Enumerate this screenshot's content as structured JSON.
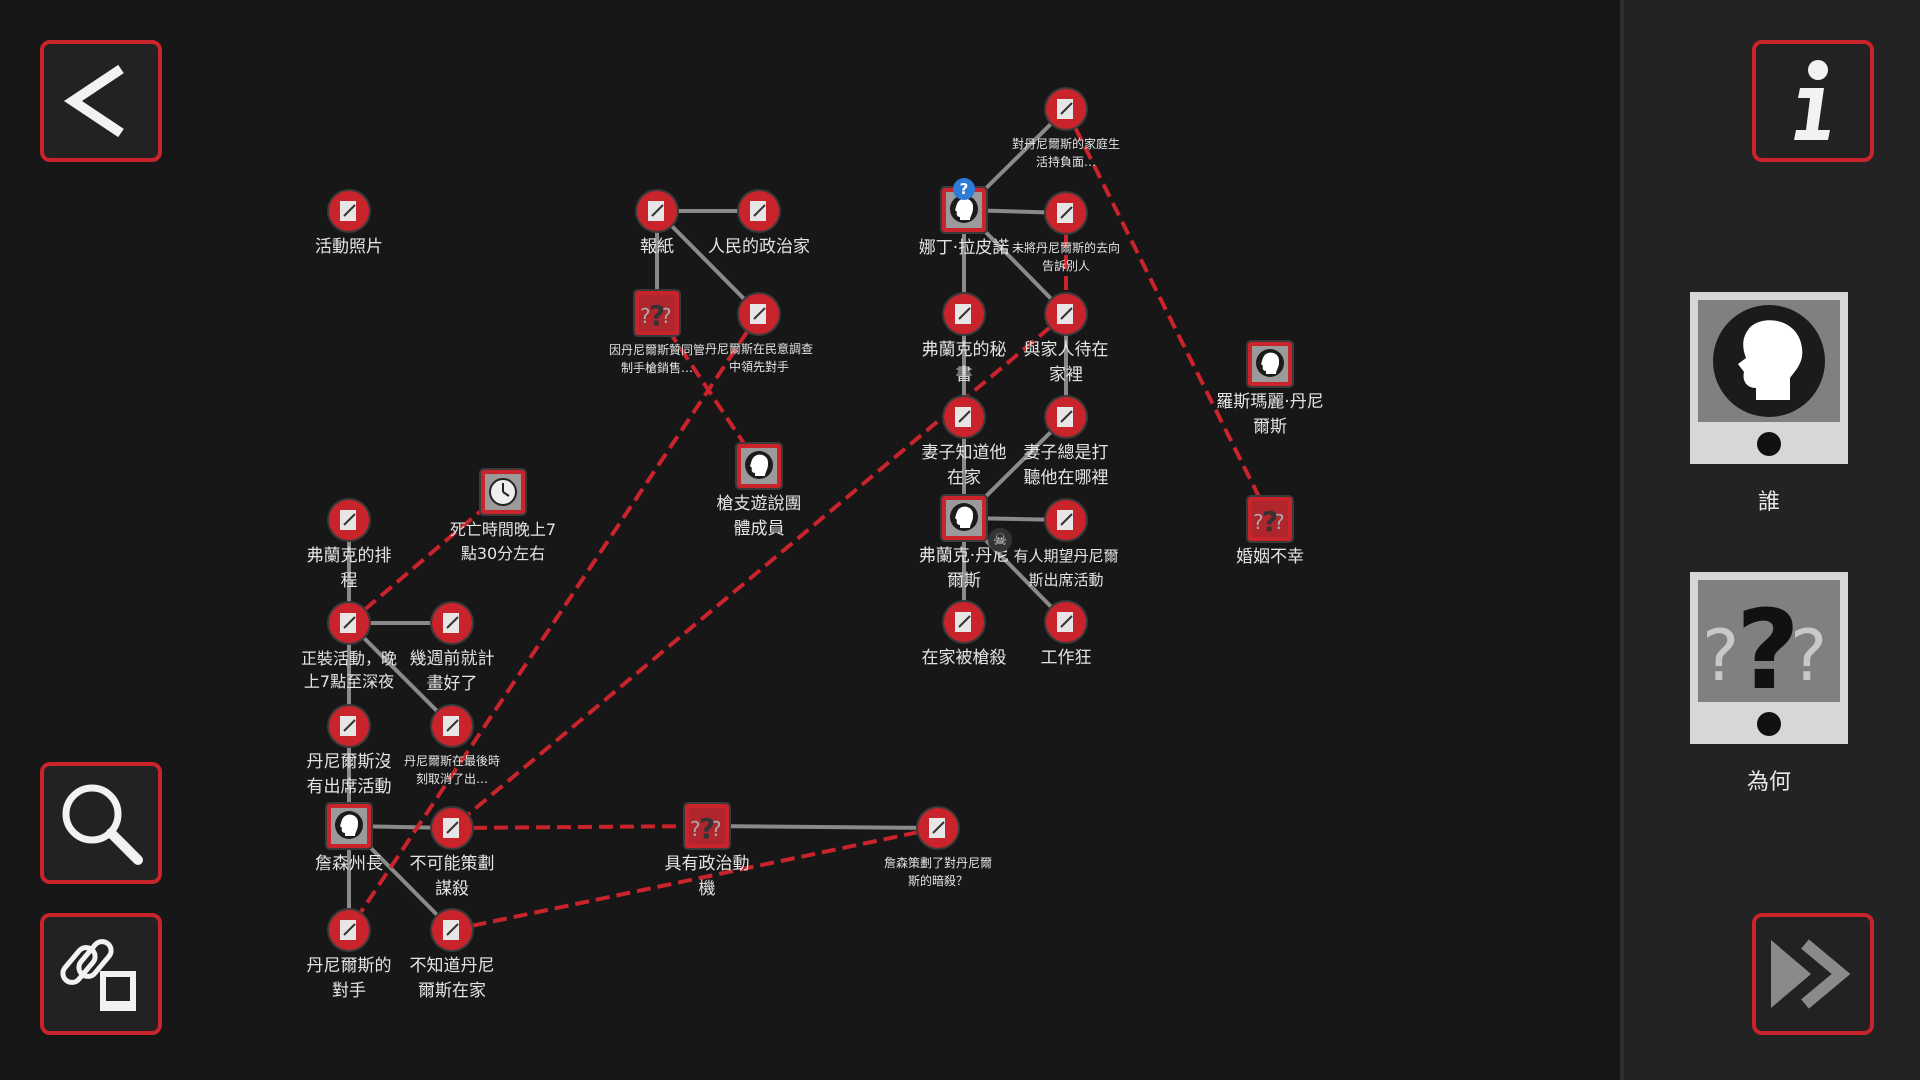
{
  "colors": {
    "accent": "#c9232b",
    "link_red": "#c9232b",
    "link_gray": "#8a8a8a",
    "background": "#171717",
    "sidebar": "#232323"
  },
  "buttons": {
    "back": "chevron-left-icon",
    "search": "magnifier-icon",
    "link": "link-icon",
    "info": "info-icon",
    "next": "fast-forward-icon"
  },
  "nodes": {
    "huodong_zhaopian": {
      "label": "活動照片",
      "type": "doc"
    },
    "baozhi": {
      "label": "報紙",
      "type": "doc"
    },
    "renmin_zhengzhijia": {
      "label": "人民的政治家",
      "type": "doc"
    },
    "qiang_xiezhi": {
      "label": "因丹尼爾斯贊同管制手槍銷售…",
      "type": "unknown"
    },
    "minyi_diaocha": {
      "label": "丹尼爾斯在民意調查中領先對手",
      "type": "doc"
    },
    "qiangzhi_tuanti": {
      "label": "槍支遊說團體成員",
      "type": "person"
    },
    "jiating_fumian": {
      "label": "對丹尼爾斯的家庭生活持負面…",
      "type": "doc"
    },
    "nading_lapinuo": {
      "label": "娜丁·拉皮諾",
      "type": "person",
      "badge": "?"
    },
    "weijiang_quxiang": {
      "label": "未將丹尼爾斯的去向告訴別人",
      "type": "doc"
    },
    "mishu": {
      "label": "弗蘭克的秘書",
      "type": "doc"
    },
    "yu_jiaren": {
      "label": "與家人待在家裡",
      "type": "doc"
    },
    "qizi_zhidao": {
      "label": "妻子知道他在家",
      "type": "doc"
    },
    "qizi_dating": {
      "label": "妻子總是打聽他在哪裡",
      "type": "doc"
    },
    "frank_daniels": {
      "label": "弗蘭克·丹尼爾斯",
      "type": "person",
      "badge": "skull"
    },
    "qidai_chuxi": {
      "label": "有人期望丹尼爾斯出席活動",
      "type": "doc"
    },
    "zaijia_qiangsha": {
      "label": "在家被槍殺",
      "type": "doc"
    },
    "gongzuokuang": {
      "label": "工作狂",
      "type": "doc"
    },
    "rosemary": {
      "label": "羅斯瑪麗·丹尼爾斯",
      "type": "person"
    },
    "hunyin_buxing": {
      "label": "婚姻不幸",
      "type": "unknown"
    },
    "siwang_shijian": {
      "label": "死亡時間晚上7點30分左右",
      "type": "clock"
    },
    "paicheng": {
      "label": "弗蘭克的排程",
      "type": "doc"
    },
    "zhengzhuang": {
      "label": "正裝活動，晚上7點至深夜",
      "type": "doc"
    },
    "jizhouqian": {
      "label": "幾週前就計畫好了",
      "type": "doc"
    },
    "meiyou_chuxi": {
      "label": "丹尼爾斯沒有出席活動",
      "type": "doc"
    },
    "zuihou_quxiao": {
      "label": "丹尼爾斯在最後時刻取消了出…",
      "type": "doc"
    },
    "zhansen": {
      "label": "詹森州長",
      "type": "person"
    },
    "bukeneng": {
      "label": "不可能策劃謀殺",
      "type": "doc"
    },
    "zhengzhi_dongji": {
      "label": "具有政治動機",
      "type": "unknown"
    },
    "zhansen_cehua": {
      "label": "詹森策劃了對丹尼爾斯的暗殺？",
      "type": "doc"
    },
    "duishou": {
      "label": "丹尼爾斯的對手",
      "type": "doc"
    },
    "buzhidao": {
      "label": "不知道丹尼爾斯在家",
      "type": "doc"
    }
  },
  "links_gray": [
    [
      "baozhi",
      "renmin_zhengzhijia"
    ],
    [
      "baozhi",
      "qiang_xiezhi"
    ],
    [
      "baozhi",
      "minyi_diaocha"
    ],
    [
      "nading_lapinuo",
      "jiating_fumian"
    ],
    [
      "nading_lapinuo",
      "weijiang_quxiang"
    ],
    [
      "nading_lapinuo",
      "mishu"
    ],
    [
      "nading_lapinuo",
      "yu_jiaren"
    ],
    [
      "mishu",
      "qizi_zhidao"
    ],
    [
      "qizi_zhidao",
      "frank_daniels"
    ],
    [
      "frank_daniels",
      "qizi_dating"
    ],
    [
      "yu_jiaren",
      "qizi_dating"
    ],
    [
      "frank_daniels",
      "qidai_chuxi"
    ],
    [
      "frank_daniels",
      "zaijia_qiangsha"
    ],
    [
      "frank_daniels",
      "gongzuokuang"
    ],
    [
      "paicheng",
      "zhengzhuang"
    ],
    [
      "zhengzhuang",
      "jizhouqian"
    ],
    [
      "zhengzhuang",
      "meiyou_chuxi"
    ],
    [
      "zhengzhuang",
      "zuihou_quxiao"
    ],
    [
      "meiyou_chuxi",
      "zhansen"
    ],
    [
      "zhansen",
      "bukeneng"
    ],
    [
      "zhansen",
      "duishou"
    ],
    [
      "zhansen",
      "buzhidao"
    ],
    [
      "zhengzhi_dongji",
      "zhansen_cehua"
    ]
  ],
  "links_red": [
    [
      "qiang_xiezhi",
      "qiangzhi_tuanti"
    ],
    [
      "minyi_diaocha",
      "duishou"
    ],
    [
      "jiating_fumian",
      "hunyin_buxing"
    ],
    [
      "weijiang_quxiang",
      "yu_jiaren"
    ],
    [
      "yu_jiaren",
      "bukeneng"
    ],
    [
      "zhengzhuang",
      "siwang_shijian"
    ],
    [
      "bukeneng",
      "zhengzhi_dongji"
    ],
    [
      "buzhidao",
      "zhansen_cehua"
    ]
  ],
  "sidebar": {
    "who": {
      "label": "誰",
      "icon": "person-head-icon"
    },
    "why": {
      "label": "為何",
      "icon": "question-marks-icon"
    }
  }
}
